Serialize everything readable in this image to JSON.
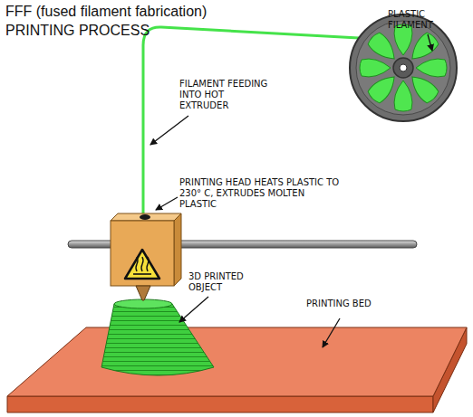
{
  "diagram": {
    "title": "FFF (fused filament fabrication) PRINTING PROCESS",
    "labels": [
      "PLASTIC FILAMENT",
      "FILAMENT FEEDING INTO HOT EXTRUDER",
      "PRINTING HEAD HEATS PLASTIC TO 230° C, EXTRUDES MOLTEN PLASTIC",
      "3D PRINTED OBJECT",
      "PRINTING BED"
    ]
  }
}
